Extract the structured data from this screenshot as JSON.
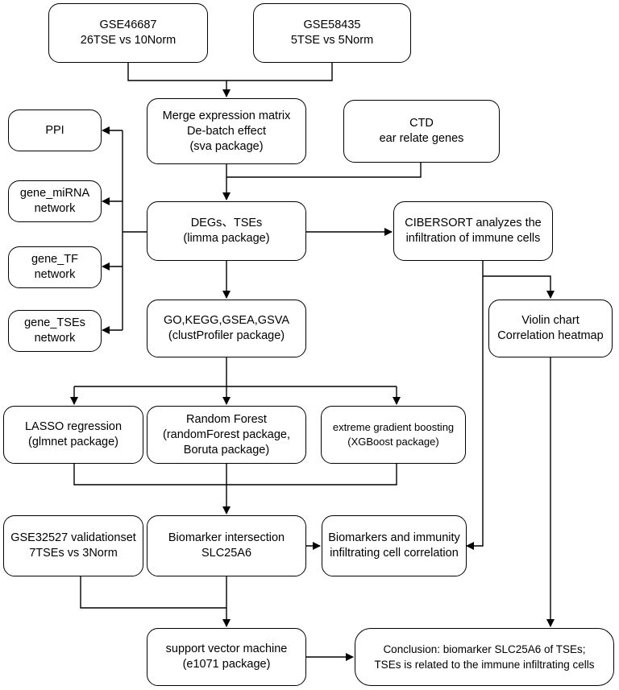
{
  "nodes": {
    "gse46687": [
      "GSE46687",
      "26TSE vs 10Norm"
    ],
    "gse58435": [
      "GSE58435",
      "5TSE vs 5Norm"
    ],
    "merge": [
      "Merge expression matrix",
      "De-batch effect",
      "(sva package)"
    ],
    "ctd": [
      "CTD",
      "ear relate genes"
    ],
    "ppi": [
      "PPI"
    ],
    "gene_mirna": [
      "gene_miRNA",
      "network"
    ],
    "gene_tf": [
      "gene_TF",
      "network"
    ],
    "gene_tses": [
      "gene_TSEs",
      "network"
    ],
    "degs": [
      "DEGs、TSEs",
      "(limma package)"
    ],
    "cibersort": [
      "CIBERSORT analyzes the",
      "infiltration of  immune cells"
    ],
    "go": [
      "GO,KEGG,GSEA,GSVA",
      "(clustProfiler package)"
    ],
    "violin": [
      "Violin chart",
      "Correlation heatmap"
    ],
    "lasso": [
      "LASSO regression",
      "(glmnet package)"
    ],
    "rf": [
      "Random Forest",
      "(randomForest package,",
      "Boruta package)"
    ],
    "xgb": [
      "extreme gradient boosting",
      "(XGBoost package)"
    ],
    "gse32527": [
      "GSE32527 validationset",
      "7TSEs vs 3Norm"
    ],
    "biomarker": [
      "Biomarker intersection",
      "SLC25A6"
    ],
    "immunity": [
      "Biomarkers and immunity",
      "infiltrating cell correlation"
    ],
    "svm": [
      "support vector machine",
      "(e1071 package)"
    ],
    "conclusion": [
      "Conclusion: biomarker SLC25A6 of TSEs;",
      "TSEs is related to the immune infiltrating cells"
    ]
  }
}
